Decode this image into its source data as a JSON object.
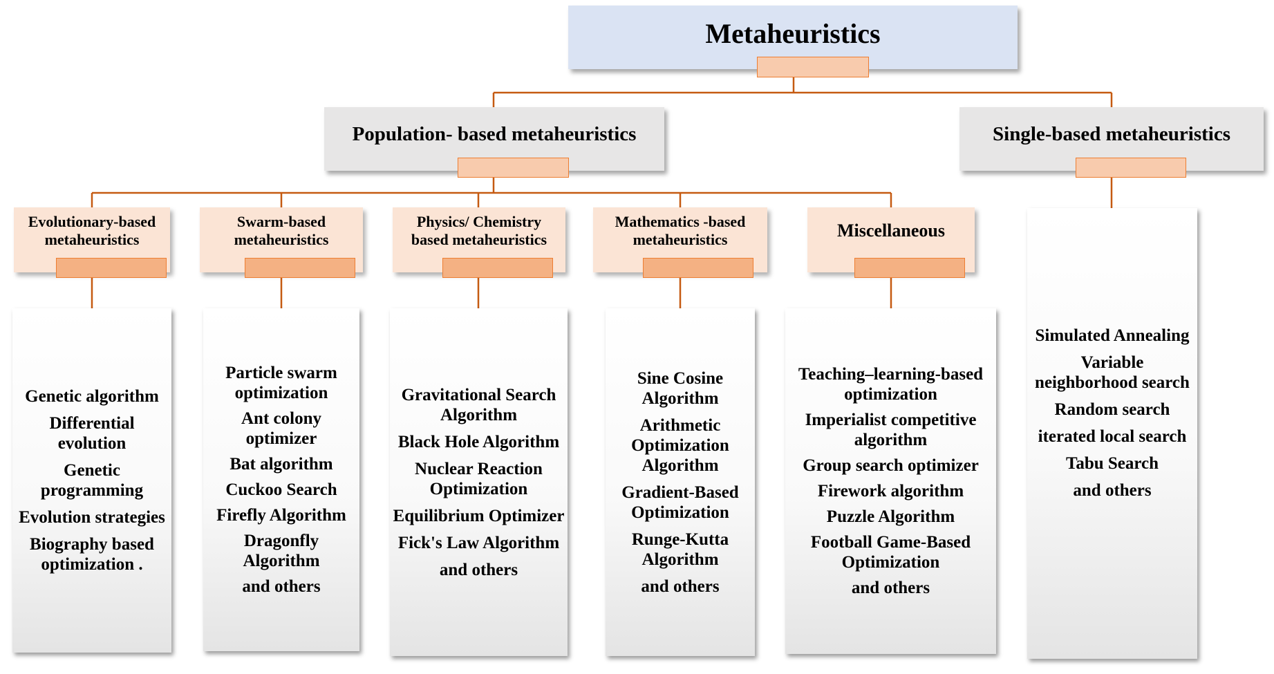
{
  "root": {
    "label": "Metaheuristics"
  },
  "population": {
    "label": "Population- based metaheuristics",
    "categories": [
      {
        "label": "Evolutionary-based metaheuristics",
        "items": [
          "Genetic algorithm",
          "Differential evolution",
          "Genetic programming",
          "Evolution strategies",
          "Biography based optimization ."
        ]
      },
      {
        "label": "Swarm-based metaheuristics",
        "items": [
          "Particle swarm optimization",
          "Ant colony optimizer",
          "Bat algorithm",
          "Cuckoo Search",
          "Firefly Algorithm",
          "Dragonfly Algorithm",
          "and others"
        ]
      },
      {
        "label": "Physics/ Chemistry based metaheuristics",
        "items": [
          "Gravitational Search Algorithm",
          "Black Hole Algorithm",
          "Nuclear Reaction Optimization",
          "Equilibrium Optimizer",
          "Fick's Law Algorithm",
          "and others"
        ]
      },
      {
        "label": "Mathematics -based metaheuristics",
        "items": [
          "Sine Cosine Algorithm",
          "Arithmetic Optimization Algorithm",
          "Gradient-Based Optimization",
          "Runge-Kutta Algorithm",
          "and others"
        ]
      },
      {
        "label": "Miscellaneous",
        "items": [
          "Teaching–learning-based optimization",
          "Imperialist competitive algorithm",
          "Group search optimizer",
          "Firework algorithm",
          "Puzzle Algorithm",
          "Football Game-Based Optimization",
          "and others"
        ]
      }
    ]
  },
  "single": {
    "label": "Single-based metaheuristics",
    "items": [
      "Simulated Annealing",
      "Variable neighborhood search",
      "Random search",
      "iterated local search",
      "Tabu Search",
      "and others"
    ]
  },
  "colors": {
    "root_fill": "#dae3f3",
    "level1_fill": "#e7e6e6",
    "category_fill": "#fbe4d5",
    "tab_fill": "#f4b183",
    "connector": "#c55a11"
  }
}
